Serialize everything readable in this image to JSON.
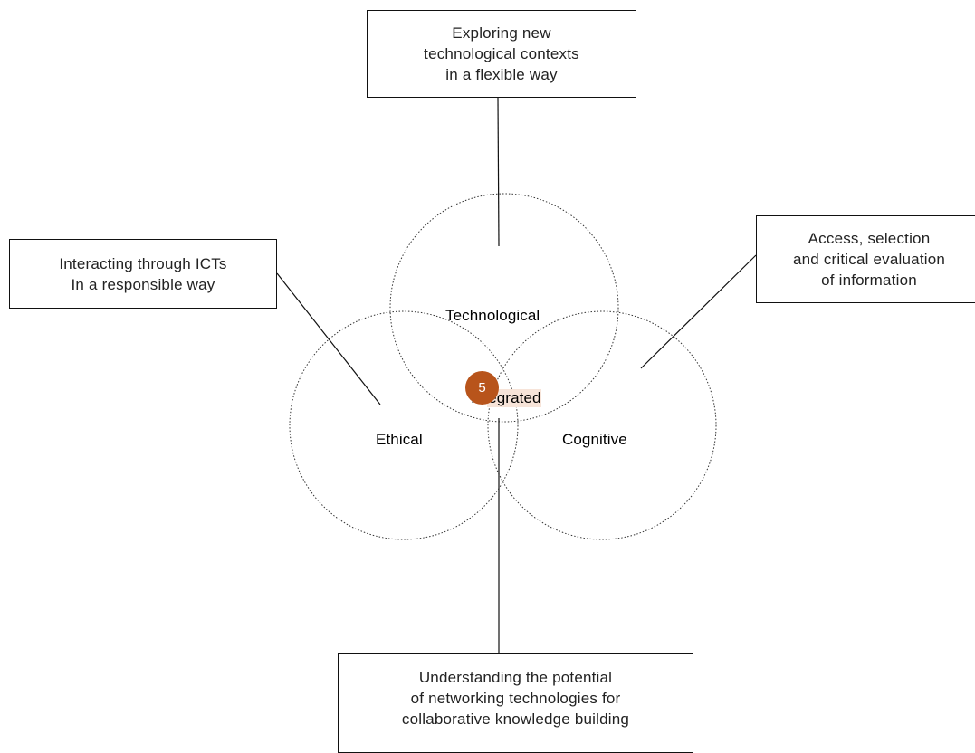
{
  "boxes": {
    "top": [
      "Exploring new",
      "technological contexts",
      "in a flexible way"
    ],
    "left": [
      "Interacting through ICTs",
      "In a responsible way"
    ],
    "right": [
      "Access, selection",
      "and critical evaluation",
      "of information"
    ],
    "bottom": [
      "Understanding the potential",
      "of networking technologies for",
      "collaborative knowledge building"
    ]
  },
  "circles": {
    "technological": "Technological",
    "ethical": "Ethical",
    "cognitive": "Cognitive",
    "center": "Integrated"
  },
  "badge": "5"
}
